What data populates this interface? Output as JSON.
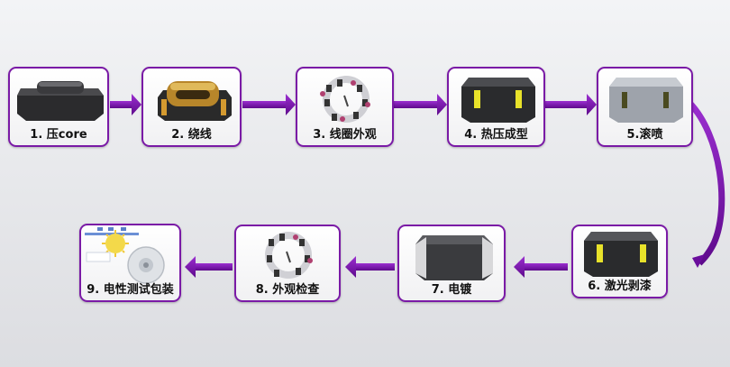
{
  "steps": [
    {
      "label": "1. 压core"
    },
    {
      "label": "2. 绕线"
    },
    {
      "label": "3. 线圈外观"
    },
    {
      "label": "4. 热压成型"
    },
    {
      "label": "5.滚喷"
    },
    {
      "label": "6. 激光剥漆"
    },
    {
      "label": "7. 电镀"
    },
    {
      "label": "8. 外观检查"
    },
    {
      "label": "9. 电性测试包装"
    }
  ],
  "colors": {
    "accent": "#7a1aa6",
    "arrow": "#7d12b0"
  }
}
